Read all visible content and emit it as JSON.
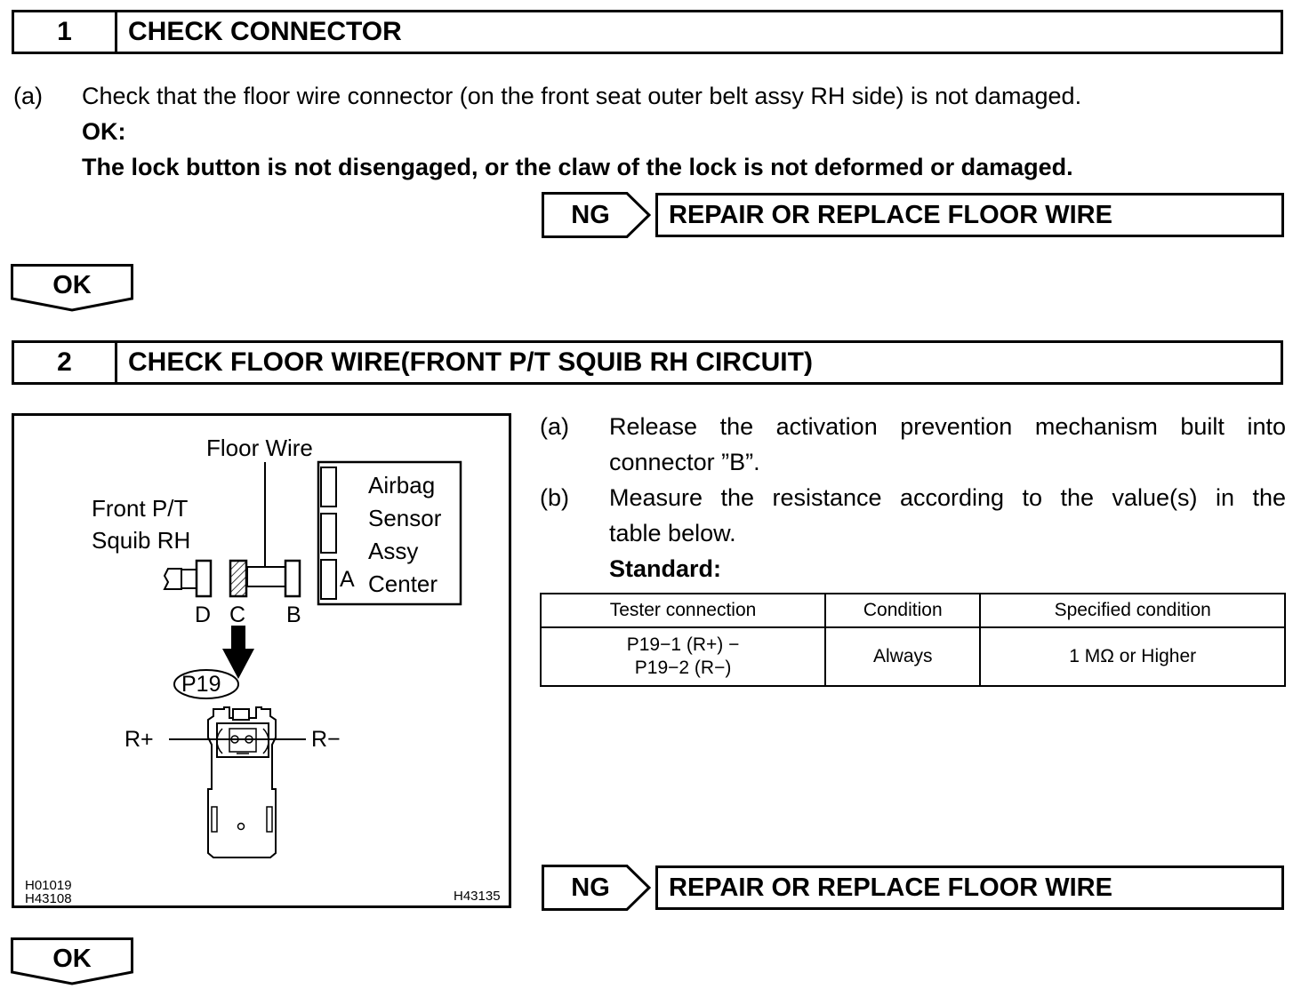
{
  "step1": {
    "number": "1",
    "title": "CHECK CONNECTOR",
    "item_a_marker": "(a)",
    "item_a_text": "Check that the floor wire connector (on the front seat outer belt assy RH side) is not damaged.",
    "ok_label": "OK:",
    "ok_criteria": "The lock button is not disengaged, or the claw of the lock is not deformed or damaged.",
    "ng_tag": "NG",
    "ng_action": "REPAIR OR REPLACE FLOOR WIRE",
    "ok_tag": "OK"
  },
  "step2": {
    "number": "2",
    "title": "CHECK FLOOR WIRE(FRONT P/T SQUIB RH CIRCUIT)",
    "item_a_marker": "(a)",
    "item_a_line1": "Release the activation prevention mechanism built into",
    "item_a_line2": "connector ”B”.",
    "item_b_marker": "(b)",
    "item_b_line1": "Measure the resistance according to the value(s) in the",
    "item_b_line2": "table below.",
    "standard_label": "Standard:",
    "table": {
      "headers": [
        "Tester connection",
        "Condition",
        "Specified condition"
      ],
      "rows": [
        {
          "connection_line1": "P19−1 (R+) −",
          "connection_line2": "P19−2 (R−)",
          "condition": "Always",
          "specified": "1 MΩ or Higher"
        }
      ]
    },
    "ng_tag": "NG",
    "ng_action": "REPAIR OR REPLACE FLOOR WIRE",
    "ok_tag": "OK"
  },
  "figure": {
    "floor_wire": "Floor Wire",
    "front_pt_line1": "Front P/T",
    "front_pt_line2": "Squib RH",
    "airbag_line1": "Airbag",
    "airbag_line2": "Sensor",
    "airbag_line3": "Assy",
    "airbag_line4": "Center",
    "conn_a": "A",
    "conn_d": "D",
    "conn_c": "C",
    "conn_b": "B",
    "connector_id": "P19",
    "r_plus": "R+",
    "r_minus": "R−",
    "code_1": "H01019",
    "code_2": "H43108",
    "code_3": "H43135"
  }
}
